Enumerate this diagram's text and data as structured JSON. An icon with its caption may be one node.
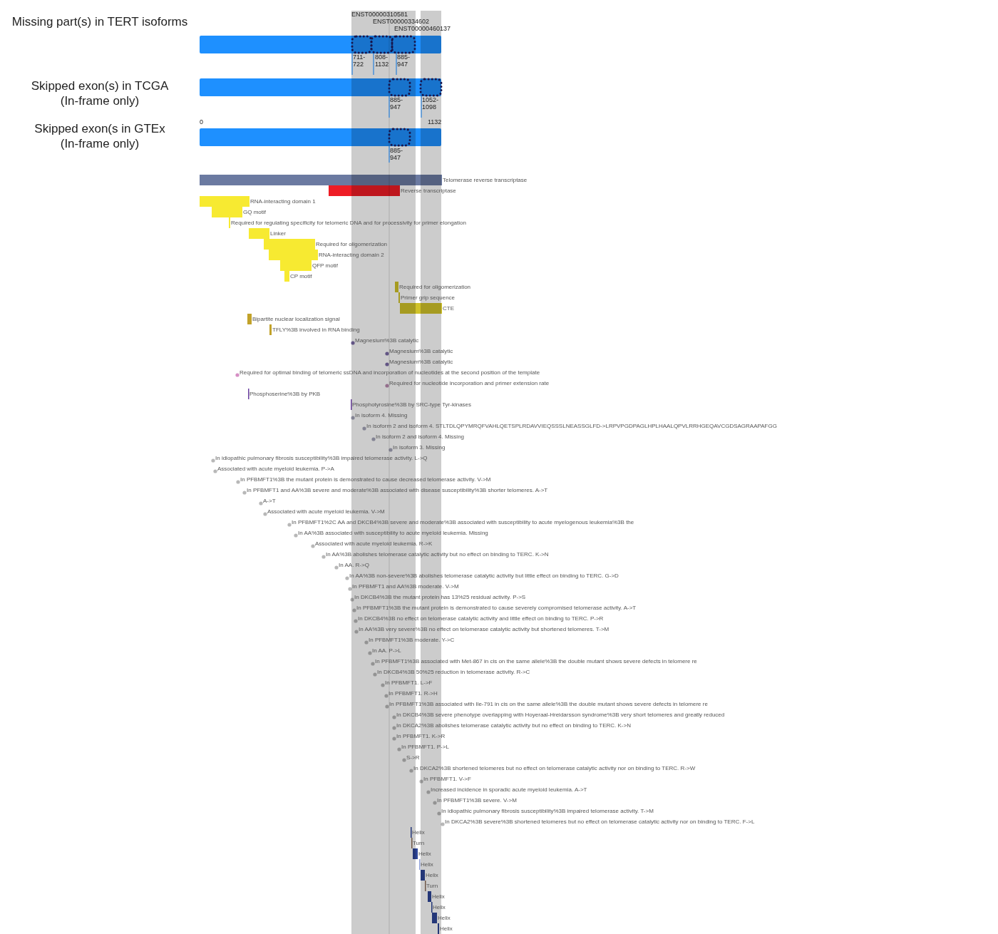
{
  "diagram": {
    "labels": [
      "ENST00000310581",
      "ENST00000334602",
      "ENST00000460137",
      "Missing part(s) in TERT isoforms",
      "711-722",
      "808-1132",
      "885-947",
      "Skipped exon(s) in TCGA",
      "(In-frame only)",
      "885-947",
      "1052-1098",
      "0",
      "1132",
      "Skipped exon(s in GTEx",
      "(In-frame only)",
      "885-947",
      "Telomerase reverse transcriptase",
      "Reverse transcriptase",
      "RNA-interacting domain 1",
      "GQ motif",
      "Required for regulating specificity for telomeric DNA and for processivity for primer elongation",
      "Linker",
      "Required for oligomerization",
      "RNA-interacting domain 2",
      "QFP motif",
      "CP motif",
      "Required for oligomerization",
      "Primer grip sequence",
      "CTE",
      "Bipartite nuclear localization signal",
      "TFLY%3B involved in RNA binding",
      "Magnesium%3B catalytic",
      "Magnesium%3B catalytic",
      "Magnesium%3B catalytic",
      "Required for optimal binding of telomeric ssDNA and incorporation of nucleotides at the second position of the template",
      "Required for nucleotide incorporation and primer extension rate",
      "Phosphoserine%3B by PKB",
      "Phosphotyrosine%3B by SRC-type Tyr-kinases",
      "In isoform 4. Missing",
      "In isoform 2 and isoform 4. STLTDLQPYMRQFVAHLQETSPLRDAVVIEQSSSLNEASSGLFD->LRPVPGDPAGLHPLHAALQPVLRRHGEQAVCGDSAGRAAPAFGG",
      "In isoform 2 and isoform 4. Missing",
      "In isoform 3. Missing",
      "In idiopathic pulmonary fibrosis susceptibility%3B impaired telomerase activity. L->Q",
      "Associated with acute myeloid leukemia. P->A",
      "In PFBMFT1%3B the mutant protein is demonstrated to cause decreased telomerase activity. V->M",
      "In PFBMFT1 and AA%3B severe and moderate%3B associated with disease susceptibility%3B shorter telomeres. A->T",
      "A->T",
      "Associated with acute myeloid leukemia. V->M",
      "In PFBMFT1%2C AA and DKCB4%3B severe and moderate%3B associated with susceptibility to acute myelogenous leukemia%3B the",
      "In AA%3B associated with susceptibility to acute myeloid leukemia. Missing",
      "Associated with acute myeloid leukemia. R->K",
      "In AA%3B abolishes telomerase catalytic activity but no effect on binding to TERC. K->N",
      "In AA. R->Q",
      "In AA%3B non-severe%3B abolishes telomerase catalytic activity but little effect on binding to TERC. G->D",
      "In PFBMFT1 and AA%3B moderate. V->M",
      "In DKCB4%3B the mutant protein has 13%25 residual activity. P->S",
      "In PFBMFT1%3B the mutant protein is demonstrated to cause severely compromised telomerase activity. A->T",
      "In DKCB4%3B no effect on telomerase catalytic activity and little effect on binding to TERC. P->R",
      "In AA%3B very severe%3B no effect on telomerase catalytic activity but shortened telomeres. T->M",
      "In PFBMFT1%3B moderate. Y->C",
      "In AA. P->L",
      "In PFBMFT1%3B associated with Met-867 in cis on the same allele%3B the double mutant shows severe defects in telomere re",
      "In DKCB4%3B 50%25 reduction in telomerase activity. R->C",
      "In PFBMFT1. L->F",
      "In PFBMFT1. R->H",
      "In PFBMFT1%3B associated with Ile-791 in cis on the same allele%3B the double mutant shows severe defects in telomere re",
      "In DKCB4%3B severe phenotype overlapping with Hoyeraal-Hreidarsson syndrome%3B very short telomeres and greatly reduced",
      "In DKCA2%3B abolishes telomerase catalytic activity but no effect on binding to TERC. K->N",
      "In PFBMFT1. K->R",
      "In PFBMFT1. P->L",
      "S->R",
      "In DKCA2%3B shortened telomeres but no effect on telomerase catalytic activity nor on binding to TERC. R->W",
      "In PFBMFT1. V->F",
      "Increased incidence in sporadic acute myeloid leukemia. A->T",
      "In PFBMFT1%3B severe. V->M",
      "In idiopathic pulmonary fibrosis susceptibility%3B impaired telomerase activity. T->M",
      "In DKCA2%3B severe%3B shortened telomeres but no effect on telomerase catalytic activity nor on binding to TERC. F->L",
      "Helix",
      "Turn",
      "Helix",
      "Helix",
      "Helix",
      "Turn",
      "Helix",
      "Helix",
      "Helix",
      "Helix"
    ]
  }
}
